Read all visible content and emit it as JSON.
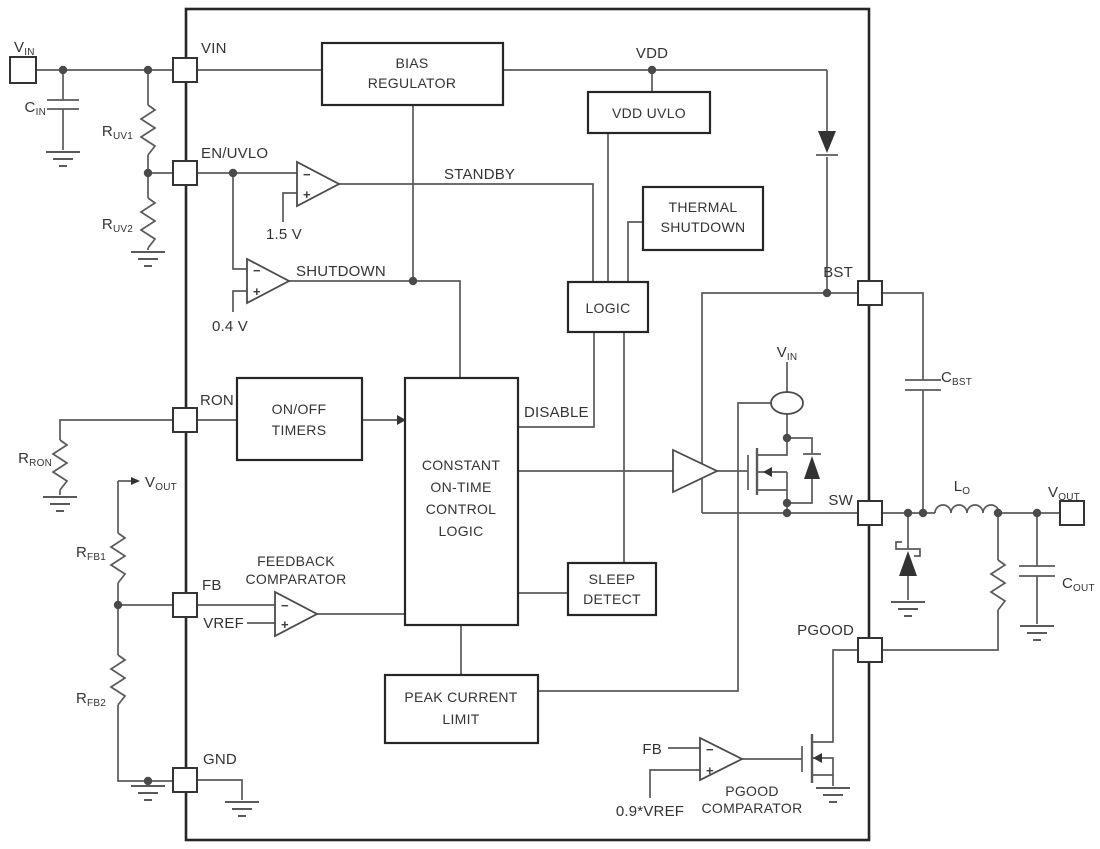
{
  "diagram_title": "constant on-time buck regulator functional block diagram",
  "colors": {
    "background": "#ffffff",
    "wire": "#595959",
    "outline": "#262626",
    "text": "#333333"
  },
  "pins": {
    "vin": "VIN",
    "en_uvlo": "EN/UVLO",
    "ron": "RON",
    "fb": "FB",
    "gnd": "GND",
    "bst": "BST",
    "sw": "SW",
    "pgood": "PGOOD"
  },
  "blocks": {
    "bias_regulator": {
      "line1": "BIAS",
      "line2": "REGULATOR"
    },
    "vdd_uvlo": {
      "line1": "VDD UVLO"
    },
    "thermal_shutdown": {
      "line1": "THERMAL",
      "line2": "SHUTDOWN"
    },
    "logic": {
      "line1": "LOGIC"
    },
    "on_off_timers": {
      "line1": "ON/OFF",
      "line2": "TIMERS"
    },
    "cot_control": {
      "line1": "CONSTANT",
      "line2": "ON-TIME",
      "line3": "CONTROL",
      "line4": "LOGIC"
    },
    "sleep_detect": {
      "line1": "SLEEP",
      "line2": "DETECT"
    },
    "peak_current_limit": {
      "line1": "PEAK CURRENT",
      "line2": "LIMIT"
    }
  },
  "comparators": {
    "feedback": {
      "line1": "FEEDBACK",
      "line2": "COMPARATOR"
    },
    "pgood": {
      "line1": "PGOOD",
      "line2": "COMPARATOR"
    }
  },
  "signals": {
    "vdd": "VDD",
    "standby": "STANDBY",
    "shutdown": "SHUTDOWN",
    "disable": "DISABLE"
  },
  "refs": {
    "v1_5": "1.5 V",
    "v0_4": "0.4 V",
    "vref": "VREF",
    "fb_sense": "FB",
    "vref_0_9": "0.9*VREF"
  },
  "parts": {
    "vin_pad": {
      "main": "V",
      "sub": "IN"
    },
    "cin": {
      "main": "C",
      "sub": "IN"
    },
    "ruv1": {
      "main": "R",
      "sub": "UV1"
    },
    "ruv2": {
      "main": "R",
      "sub": "UV2"
    },
    "rron": {
      "main": "R",
      "sub": "RON"
    },
    "vout_arrow": {
      "main": "V",
      "sub": "OUT"
    },
    "rfb1": {
      "main": "R",
      "sub": "FB1"
    },
    "rfb2": {
      "main": "R",
      "sub": "FB2"
    },
    "vin_hs": {
      "main": "V",
      "sub": "IN"
    },
    "cbst": {
      "main": "C",
      "sub": "BST"
    },
    "lo": {
      "main": "L",
      "sub": "O"
    },
    "vout_pad": {
      "main": "V",
      "sub": "OUT"
    },
    "cout": {
      "main": "C",
      "sub": "OUT"
    }
  },
  "symbols": {
    "plus": "+",
    "minus": "−"
  }
}
